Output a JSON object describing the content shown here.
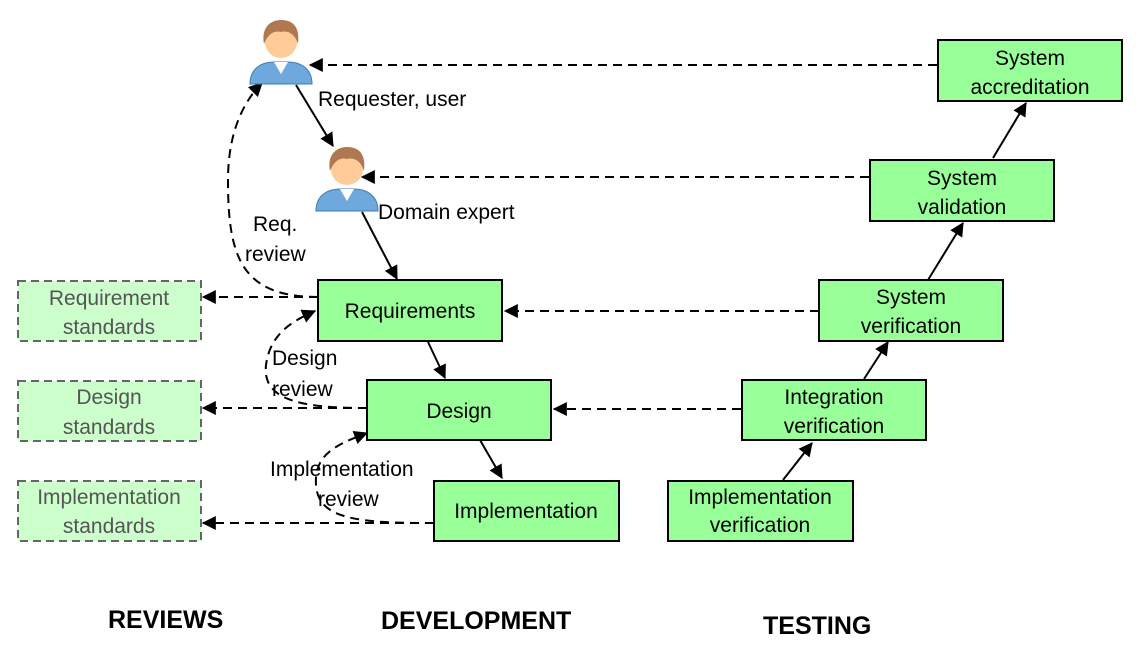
{
  "colors": {
    "box_fill": "#99ff99",
    "box_stroke": "#000000",
    "standard_fill": "#ccffcc",
    "standard_stroke": "#666666",
    "standard_text": "#555555",
    "person_skin": "#ffcc99",
    "person_hair": "#b07850",
    "person_shirt": "#6fa8dc"
  },
  "columns": {
    "reviews": "REVIEWS",
    "development": "DEVELOPMENT",
    "testing": "TESTING"
  },
  "actors": {
    "requester": "Requester, user",
    "domain_expert": "Domain expert",
    "icon": "person-icon"
  },
  "development": {
    "requirements": "Requirements",
    "design": "Design",
    "implementation": "Implementation"
  },
  "testing": {
    "implementation_verification": [
      "Implementation",
      "verification"
    ],
    "integration_verification": [
      "Integration",
      "verification"
    ],
    "system_verification": [
      "System",
      "verification"
    ],
    "system_validation": [
      "System",
      "validation"
    ],
    "system_accreditation": [
      "System",
      "accreditation"
    ]
  },
  "standards": {
    "requirement": [
      "Requirement",
      "standards"
    ],
    "design": [
      "Design",
      "standards"
    ],
    "implementation": [
      "Implementation",
      "standards"
    ]
  },
  "reviews": {
    "requirements_review": [
      "Req.",
      "review"
    ],
    "design_review": [
      "Design",
      "review"
    ],
    "implementation_review": [
      "Implementation",
      "review"
    ]
  }
}
